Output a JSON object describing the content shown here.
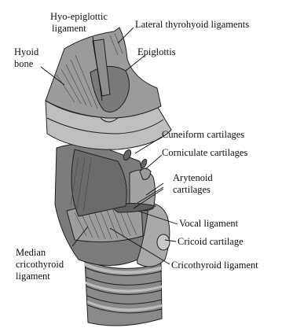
{
  "diagram": {
    "labels": {
      "hyo_epiglottic_1": "Hyo-epiglottic",
      "hyo_epiglottic_2": "ligament",
      "lateral_thyrohyoid": "Lateral thyrohyoid ligaments",
      "hyoid_1": "Hyoid",
      "hyoid_2": "bone",
      "epiglottis": "Epiglottis",
      "cuneiform": "Cuneiform cartilages",
      "corniculate": "Corniculate cartilages",
      "arytenoid_1": "Arytenoid",
      "arytenoid_2": "cartilages",
      "vocal_ligament": "Vocal ligament",
      "cricoid": "Cricoid cartilage",
      "cricothyroid": "Cricothyroid ligament",
      "median_1": "Median",
      "median_2": "cricothyroid",
      "median_3": "ligament"
    },
    "colors": {
      "light_gray": "#c8c8c8",
      "mid_gray": "#9a9a9a",
      "dark_gray": "#6e6e6e",
      "darker_gray": "#555555",
      "outline": "#222222"
    }
  }
}
